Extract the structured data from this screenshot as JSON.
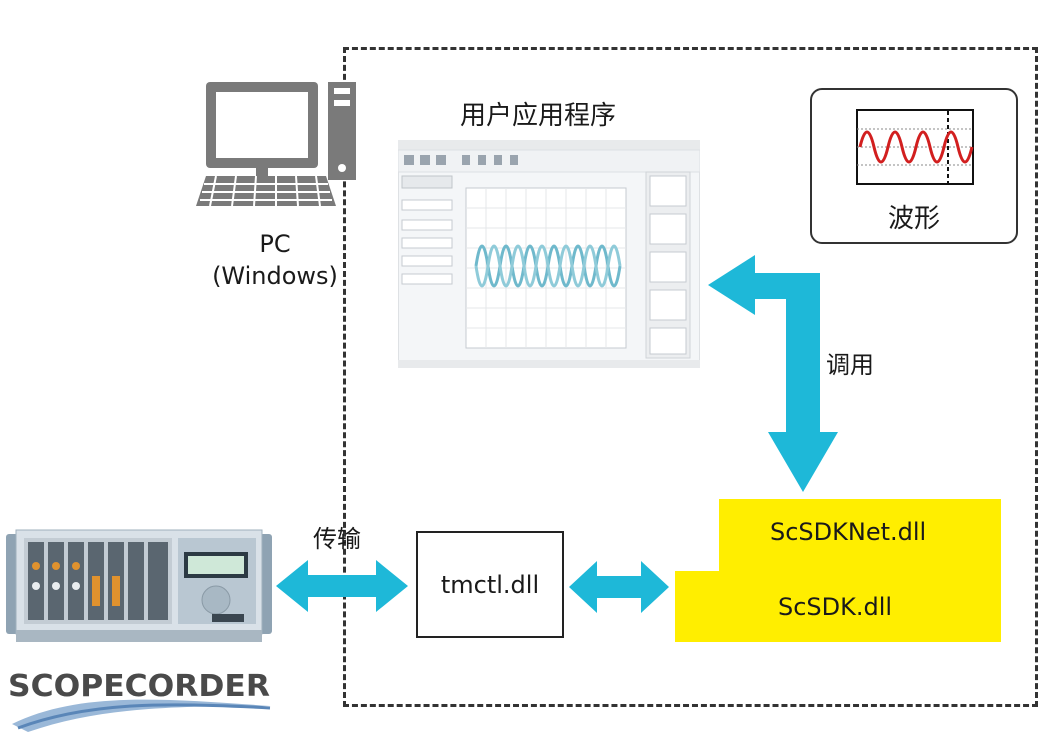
{
  "pc": {
    "line1": "PC",
    "line2": "(Windows)"
  },
  "app": {
    "title": "用户应用程序"
  },
  "waveform": {
    "label": "波形"
  },
  "arrows": {
    "call": "调用",
    "transfer": "传输"
  },
  "dlls": {
    "tmctl": "tmctl.dll",
    "scsdknet": "ScSDKNet.dll",
    "scsdk": "ScSDK.dll"
  },
  "logo": {
    "text": "SCOPECORDER"
  },
  "colors": {
    "arrow": "#1eb8d8",
    "dll_fill": "#ffee00",
    "wave": "#d21f1f",
    "frame": "#333333"
  }
}
